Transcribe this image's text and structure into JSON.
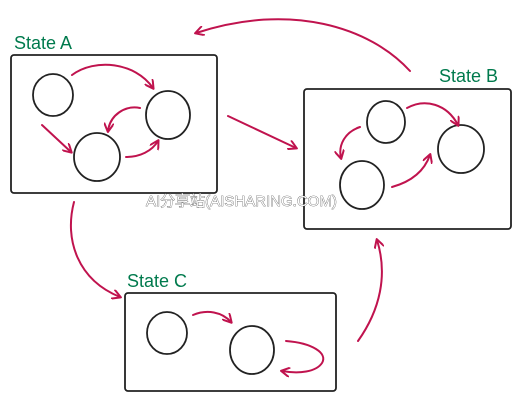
{
  "states": [
    {
      "id": "a",
      "label": "State A"
    },
    {
      "id": "b",
      "label": "State B"
    },
    {
      "id": "c",
      "label": "State C"
    }
  ],
  "watermark": "AI分享站(AISHARING.COM)",
  "colors": {
    "arrow": "#c0134e",
    "label": "#007a4d",
    "outline": "#222222"
  }
}
